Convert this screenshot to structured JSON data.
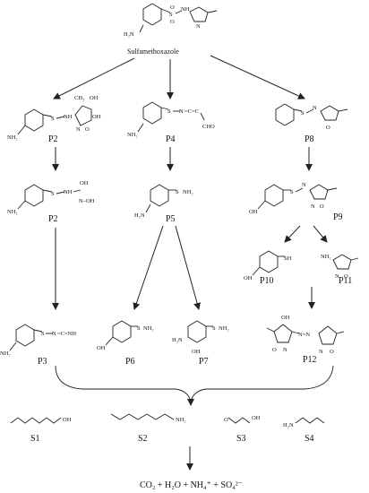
{
  "title": "Sulfamethoxazole",
  "products": {
    "p2a": "P2",
    "p2b": "P2",
    "p3": "P3",
    "p4": "P4",
    "p5": "P5",
    "p6": "P6",
    "p7": "P7",
    "p8": "P8",
    "p9": "P9",
    "p10": "P10",
    "p11": "P11",
    "p12": "P12"
  },
  "small_molecules": {
    "s1": "S1",
    "s2": "S2",
    "s3": "S3",
    "s4": "S4"
  },
  "final_products": "CO₂ + H₂O + NH₄⁺ + SO₄²⁻",
  "atom_labels": {
    "nh2": "NH₂",
    "h2n": "H₂N",
    "oh": "OH",
    "ho": "HO",
    "cho": "CHO",
    "ch3": "CH₃",
    "s": "S",
    "o": "O",
    "n": "N",
    "nh": "NH",
    "h": "H",
    "sh": "SH",
    "nn": "N=N",
    "cnh": "=C=NH",
    "ccc": "=C=C",
    "n_oh": "N–OH"
  }
}
